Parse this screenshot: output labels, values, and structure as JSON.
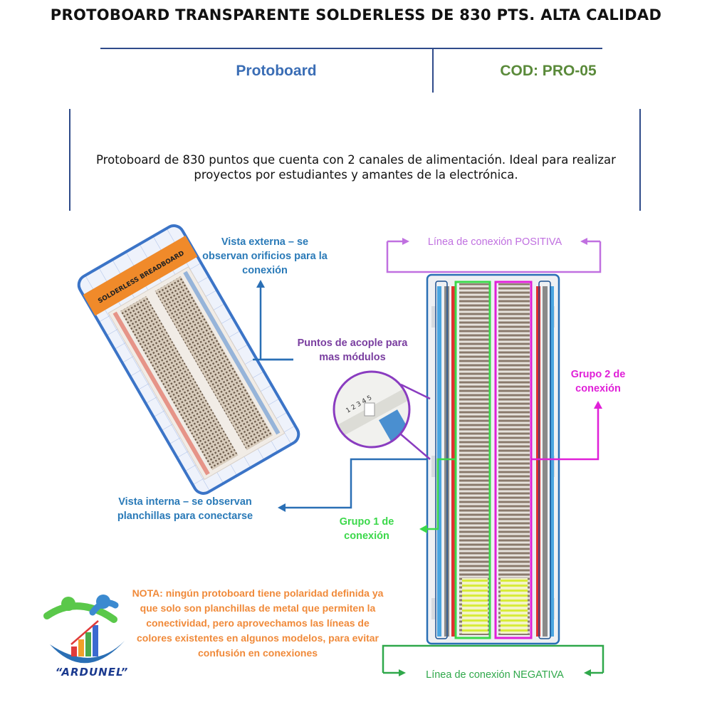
{
  "header": {
    "title": "PROTOBOARD TRANSPARENTE SOLDERLESS DE 830 PTS. ALTA CALIDAD",
    "category": "Protoboard",
    "code": "COD: PRO-05"
  },
  "description": "Protoboard de 830 puntos que cuenta con 2 canales de alimentación. Ideal para realizar proyectos por estudiantes y amantes de la electrónica.",
  "annotations": {
    "external_view": "Vista externa – se observan orificios para la conexión",
    "internal_view": "Vista interna – se observan planchillas para conectarse",
    "coupling_points": "Puntos de acople para mas módulos",
    "positive_line": "Línea de conexión POSITIVA",
    "negative_line": "Línea de conexión NEGATIVA",
    "group2": "Grupo 2 de conexión",
    "group1": "Grupo 1 de conexión",
    "note": "NOTA: ningún protoboard tiene polaridad definida ya que solo son planchillas de metal que permiten la conectividad, pero aprovechamos las líneas de colores existentes en algunos modelos, para evitar confusión en conexiones"
  },
  "packaging_label": "SOLDERLESS BREADBOARD",
  "logo": {
    "text": "“ARDUNEL”"
  },
  "colors": {
    "title": "#111111",
    "divider": "#2f4b8a",
    "category": "#3a6db5",
    "code": "#5a8a3a",
    "external_label": "#2a7ab8",
    "coupling_label": "#7a3ea0",
    "positive": "#c070e0",
    "negative": "#2fa84a",
    "group2": "#e020d8",
    "group1": "#3bd84a",
    "note": "#f08a3a"
  }
}
